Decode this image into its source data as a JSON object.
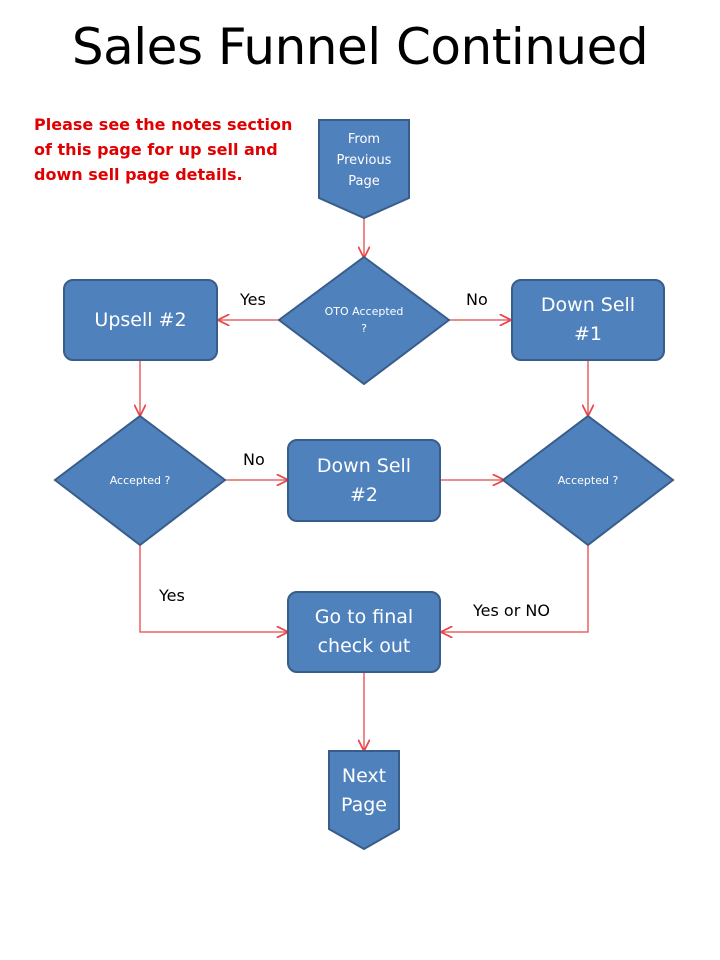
{
  "title": "Sales Funnel Continued",
  "note": "Please see the notes section of this page for up sell and down sell page details.",
  "colors": {
    "node_fill": "#4F81BD",
    "node_stroke": "#385D8A",
    "connector": "#E8474B",
    "note_text": "#E00000"
  },
  "nodes": {
    "from_previous": "From Previous Page",
    "oto_accepted": "OTO Accepted ?",
    "upsell2": "Upsell #2",
    "downsell1": "Down Sell #1",
    "accepted_left": "Accepted ?",
    "downsell2": "Down Sell #2",
    "accepted_right": "Accepted ?",
    "final_checkout": "Go to final check out",
    "next_page": "Next Page"
  },
  "edges": {
    "oto_yes": "Yes",
    "oto_no": "No",
    "left_no": "No",
    "left_yes": "Yes",
    "right_yes_or_no": "Yes or NO"
  }
}
